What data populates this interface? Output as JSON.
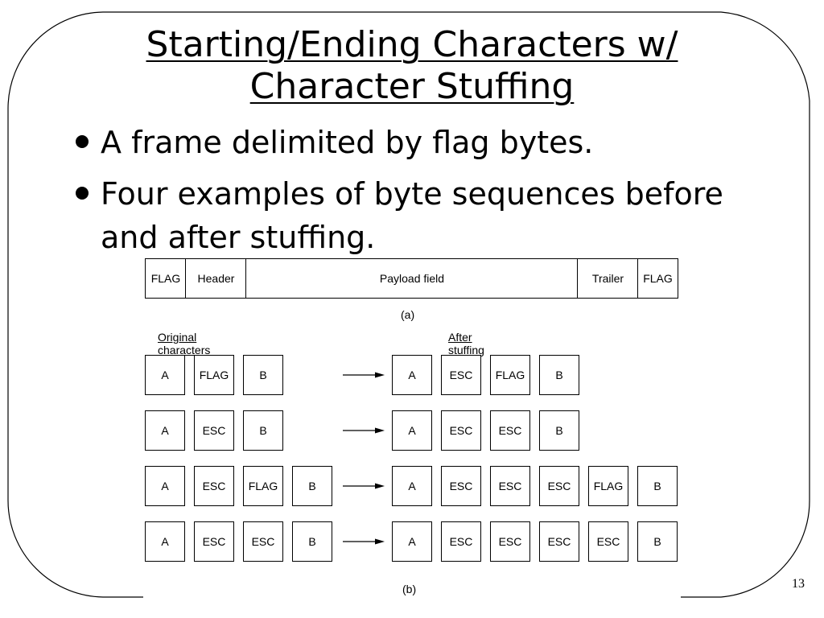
{
  "title": {
    "line1": "Starting/Ending Characters w/",
    "line2": "Character Stuffing"
  },
  "bullets": [
    "A frame delimited by flag bytes.",
    "Four examples of byte sequences before and after stuffing."
  ],
  "frame": {
    "fields": [
      "FLAG",
      "Header",
      "Payload field",
      "Trailer",
      "FLAG"
    ],
    "caption": "(a)"
  },
  "examples": {
    "original_heading": "Original characters",
    "stuffed_heading": "After stuffing",
    "rows": [
      {
        "original": [
          "A",
          "FLAG",
          "B"
        ],
        "stuffed": [
          "A",
          "ESC",
          "FLAG",
          "B"
        ]
      },
      {
        "original": [
          "A",
          "ESC",
          "B"
        ],
        "stuffed": [
          "A",
          "ESC",
          "ESC",
          "B"
        ]
      },
      {
        "original": [
          "A",
          "ESC",
          "FLAG",
          "B"
        ],
        "stuffed": [
          "A",
          "ESC",
          "ESC",
          "ESC",
          "FLAG",
          "B"
        ]
      },
      {
        "original": [
          "A",
          "ESC",
          "ESC",
          "B"
        ],
        "stuffed": [
          "A",
          "ESC",
          "ESC",
          "ESC",
          "ESC",
          "B"
        ]
      }
    ],
    "caption": "(b)"
  },
  "page_number": "13"
}
